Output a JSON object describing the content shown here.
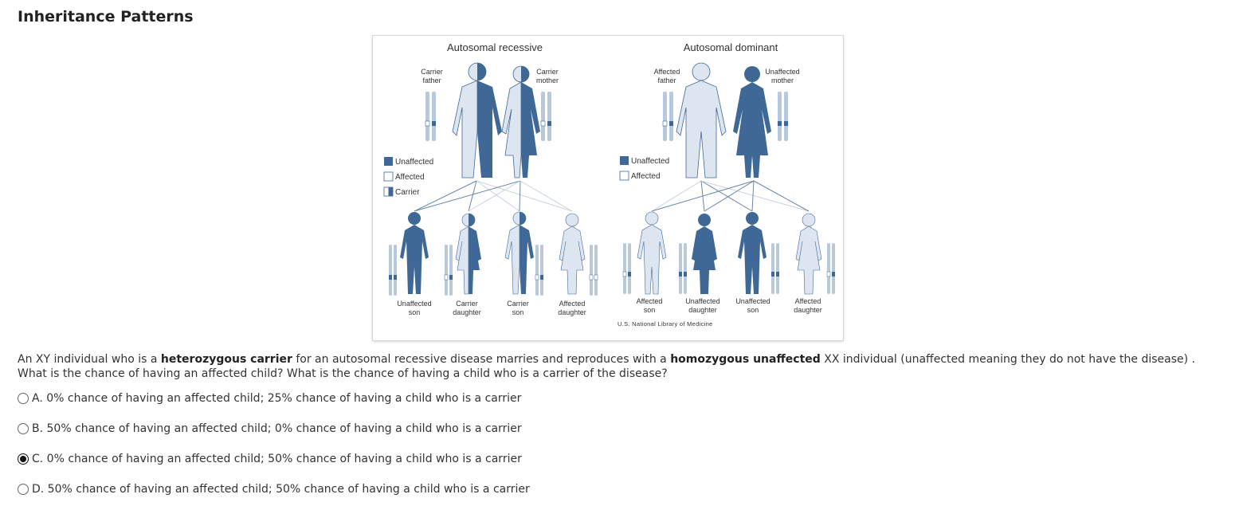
{
  "page": {
    "title": "Inheritance Patterns"
  },
  "figure": {
    "recessive": {
      "title": "Autosomal recessive",
      "parent_left": [
        "Carrier",
        "father"
      ],
      "parent_right": [
        "Carrier",
        "mother"
      ],
      "legend": [
        "Unaffected",
        "Affected",
        "Carrier"
      ],
      "children": [
        [
          "Unaffected",
          "son"
        ],
        [
          "Carrier",
          "daughter"
        ],
        [
          "Carrier",
          "son"
        ],
        [
          "Affected",
          "daughter"
        ]
      ]
    },
    "dominant": {
      "title": "Autosomal dominant",
      "parent_left": [
        "Affected",
        "father"
      ],
      "parent_right": [
        "Unaffected",
        "mother"
      ],
      "legend": [
        "Unaffected",
        "Affected"
      ],
      "children": [
        [
          "Affected",
          "son"
        ],
        [
          "Unaffected",
          "daughter"
        ],
        [
          "Unaffected",
          "son"
        ],
        [
          "Affected",
          "daughter"
        ]
      ]
    },
    "credit": "U.S. National Library of Medicine",
    "colors": {
      "dark": "#3f6896",
      "light": "#dde6f0",
      "chromosome": "#b8c9dd",
      "line": "#6a86a8"
    }
  },
  "question": {
    "part1": "An XY individual who is a ",
    "bold1": "heterozygous carrier",
    "part2": " for an autosomal recessive disease marries and reproduces with a ",
    "bold2": "homozygous unaffected",
    "part3": " XX individual (unaffected meaning they do not have the disease) . What is the chance of having an affected child? What is the chance of having a child who is a carrier of the disease?"
  },
  "options": [
    {
      "label": "A. 0% chance of having an affected child; 25% chance of having a child who is a carrier",
      "selected": false
    },
    {
      "label": "B. 50% chance of having an affected child; 0% chance of having a child who is a carrier",
      "selected": false
    },
    {
      "label": "C. 0% chance of having an affected child; 50% chance of having a child who is a carrier",
      "selected": true
    },
    {
      "label": "D. 50% chance of having an affected child; 50% chance of having a child who is a carrier",
      "selected": false
    }
  ]
}
